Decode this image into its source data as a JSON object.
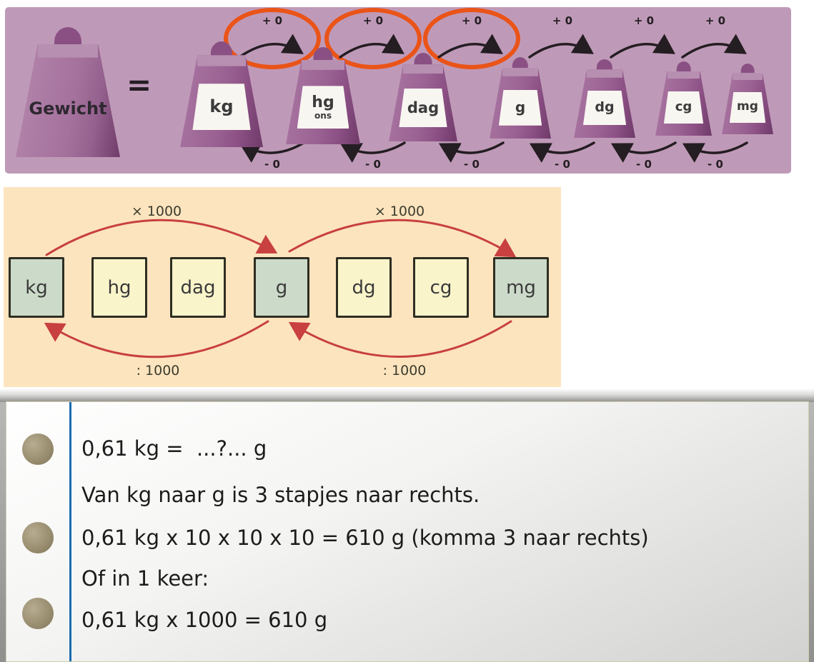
{
  "banner": {
    "main_label": "Gewicht",
    "equals_sign": "=",
    "weights": [
      {
        "label": "kg",
        "sub": ""
      },
      {
        "label": "hg",
        "sub": "ons"
      },
      {
        "label": "dag",
        "sub": ""
      },
      {
        "label": "g",
        "sub": ""
      },
      {
        "label": "dg",
        "sub": ""
      },
      {
        "label": "cg",
        "sub": ""
      },
      {
        "label": "mg",
        "sub": ""
      }
    ],
    "step_up_label": "+ 0",
    "step_down_label": "- 0",
    "highlighted_steps": [
      "kg→hg",
      "hg→dag",
      "dag→g"
    ],
    "colors": {
      "banner_bg": "#bf9ab8",
      "weight_purple": "#9a6292",
      "highlight_orange": "#ea5418"
    }
  },
  "conversion_panel": {
    "boxes": [
      {
        "label": "kg",
        "highlight": true
      },
      {
        "label": "hg",
        "highlight": false
      },
      {
        "label": "dag",
        "highlight": false
      },
      {
        "label": "g",
        "highlight": true
      },
      {
        "label": "dg",
        "highlight": false
      },
      {
        "label": "cg",
        "highlight": false
      },
      {
        "label": "mg",
        "highlight": true
      }
    ],
    "multiply_label": "× 1000",
    "divide_label": ": 1000",
    "colors": {
      "panel_bg": "#fce4bf",
      "box_green": "#ccdbc9",
      "box_yellow": "#faf4cb",
      "arrow_red": "#c84040"
    }
  },
  "notebook": {
    "lines": [
      "0,61 kg =  ...?... g",
      "Van kg naar g is 3 stapjes naar rechts.",
      "0,61 kg x 10 x 10 x 10 = 610 g (komma 3 naar rechts)",
      "Of in 1 keer:",
      "0,61 kg x 1000 = 610 g"
    ],
    "colors": {
      "margin_line_blue": "#1b6cb0"
    }
  }
}
